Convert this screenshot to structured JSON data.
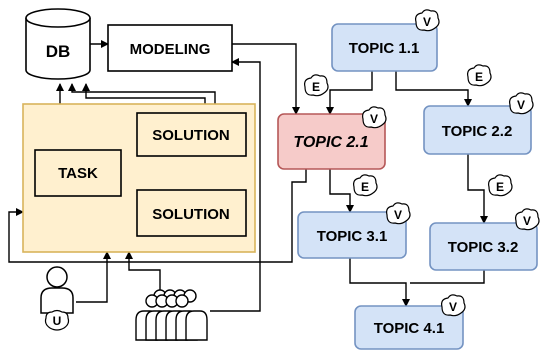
{
  "left": {
    "db": "DB",
    "modeling": "MODELING",
    "task": "TASK",
    "solution_top": "SOLUTION",
    "solution_bottom": "SOLUTION",
    "user_badge": "U"
  },
  "topics": {
    "t11": {
      "label": "TOPIC 1.1",
      "badge": "V"
    },
    "t21": {
      "label": "TOPIC 2.1",
      "badge": "V"
    },
    "t22": {
      "label": "TOPIC 2.2",
      "badge": "V"
    },
    "t31": {
      "label": "TOPIC 3.1",
      "badge": "V"
    },
    "t32": {
      "label": "TOPIC 3.2",
      "badge": "V"
    },
    "t41": {
      "label": "TOPIC 4.1",
      "badge": "V"
    }
  },
  "edges": {
    "e11_21": "E",
    "e11_22": "E",
    "e21_31": "E",
    "e22_32": "E"
  },
  "colors": {
    "topic_fill": "#d4e3f7",
    "topic_stroke": "#7493c2",
    "highlight_fill": "#f6cbc9",
    "highlight_stroke": "#b55858",
    "panel_fill": "#fff0cf",
    "panel_stroke": "#d9b45b"
  }
}
